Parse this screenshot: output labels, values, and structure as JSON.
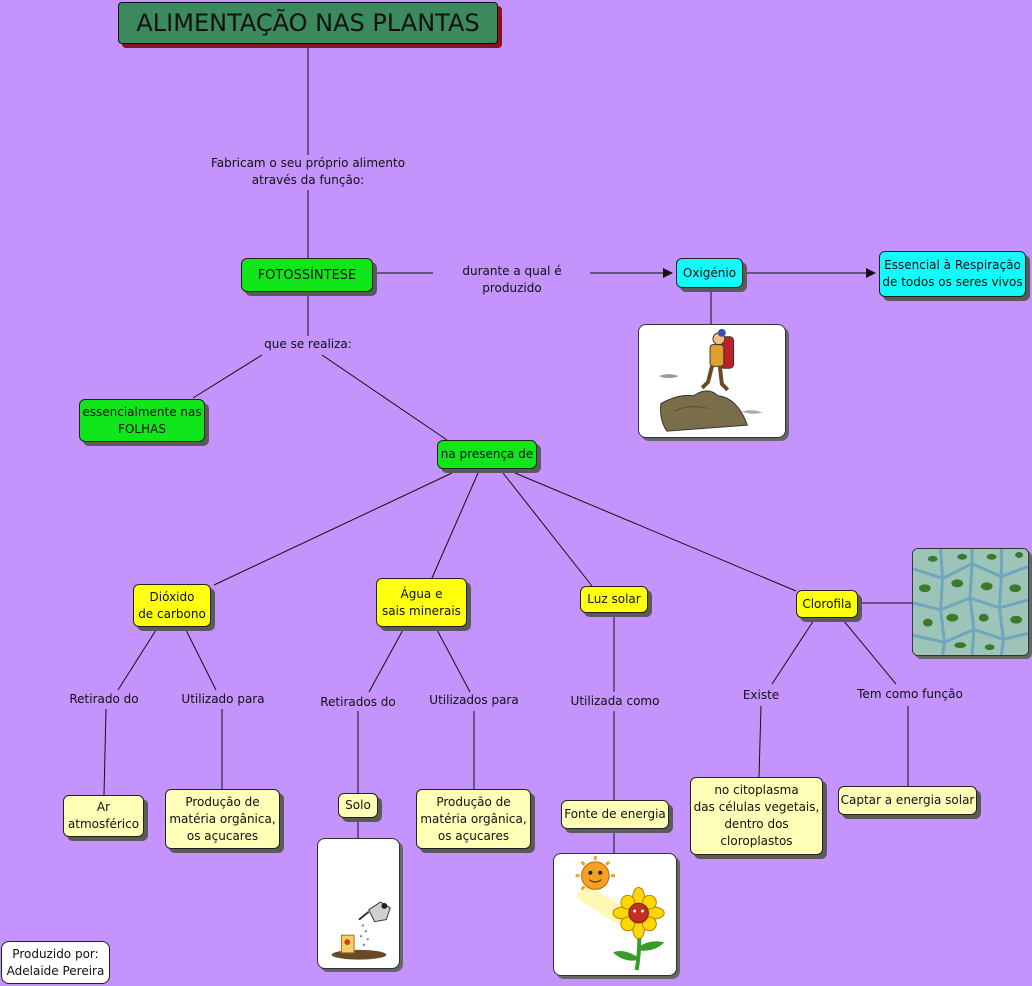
{
  "title": "ALIMENTAÇÃO NAS PLANTAS",
  "nodes": {
    "fotossintese": "FOTOSSÍNTESE",
    "oxigenio": "Oxigénio",
    "respiracao": "Essencial à Respiração\nde todos os seres vivos",
    "folhas": "essencialmente nas\nFOLHAS",
    "presenca": "na presença de",
    "dioxido": "Dióxido\nde carbono",
    "agua": "Água e\nsais minerais",
    "luz": "Luz solar",
    "clorofila": "Clorofila",
    "ar": "Ar\natmosférico",
    "producao1": "Produção de\nmatéria orgânica,\nos açucares",
    "solo": "Solo",
    "producao2": "Produção de\nmatéria orgânica,\nos açucares",
    "fonte": "Fonte de energia",
    "citoplasma": "no citoplasma\ndas células vegetais,\ndentro dos\ncloroplastos",
    "captar": "Captar a energia solar",
    "autor": "Produzido por:\nAdelaide Pereira"
  },
  "labels": {
    "fabricam": "Fabricam o seu próprio alimento\natravés da função:",
    "durante": "durante a qual é produzido",
    "realiza": "que se realiza:",
    "retirado": "Retirado do",
    "utilizado": "Utilizado para",
    "retirados": "Retirados do",
    "utilizados": "Utilizados para",
    "utilizada": "Utilizada como",
    "existe": "Existe",
    "funcao": "Tem como função"
  },
  "icons": {
    "hiker": "hiker-on-rock-illustration",
    "chloroplast": "chloroplast-cells-photo",
    "watering": "watering-can-seed-illustration",
    "sunflower": "sun-and-sunflower-illustration"
  },
  "colors": {
    "background": "#c593fc",
    "title": "#3a8a5e",
    "green": "#11e61a",
    "cyan": "#11fbfb",
    "yellow": "#ffff10",
    "cream": "#ffffb8"
  }
}
